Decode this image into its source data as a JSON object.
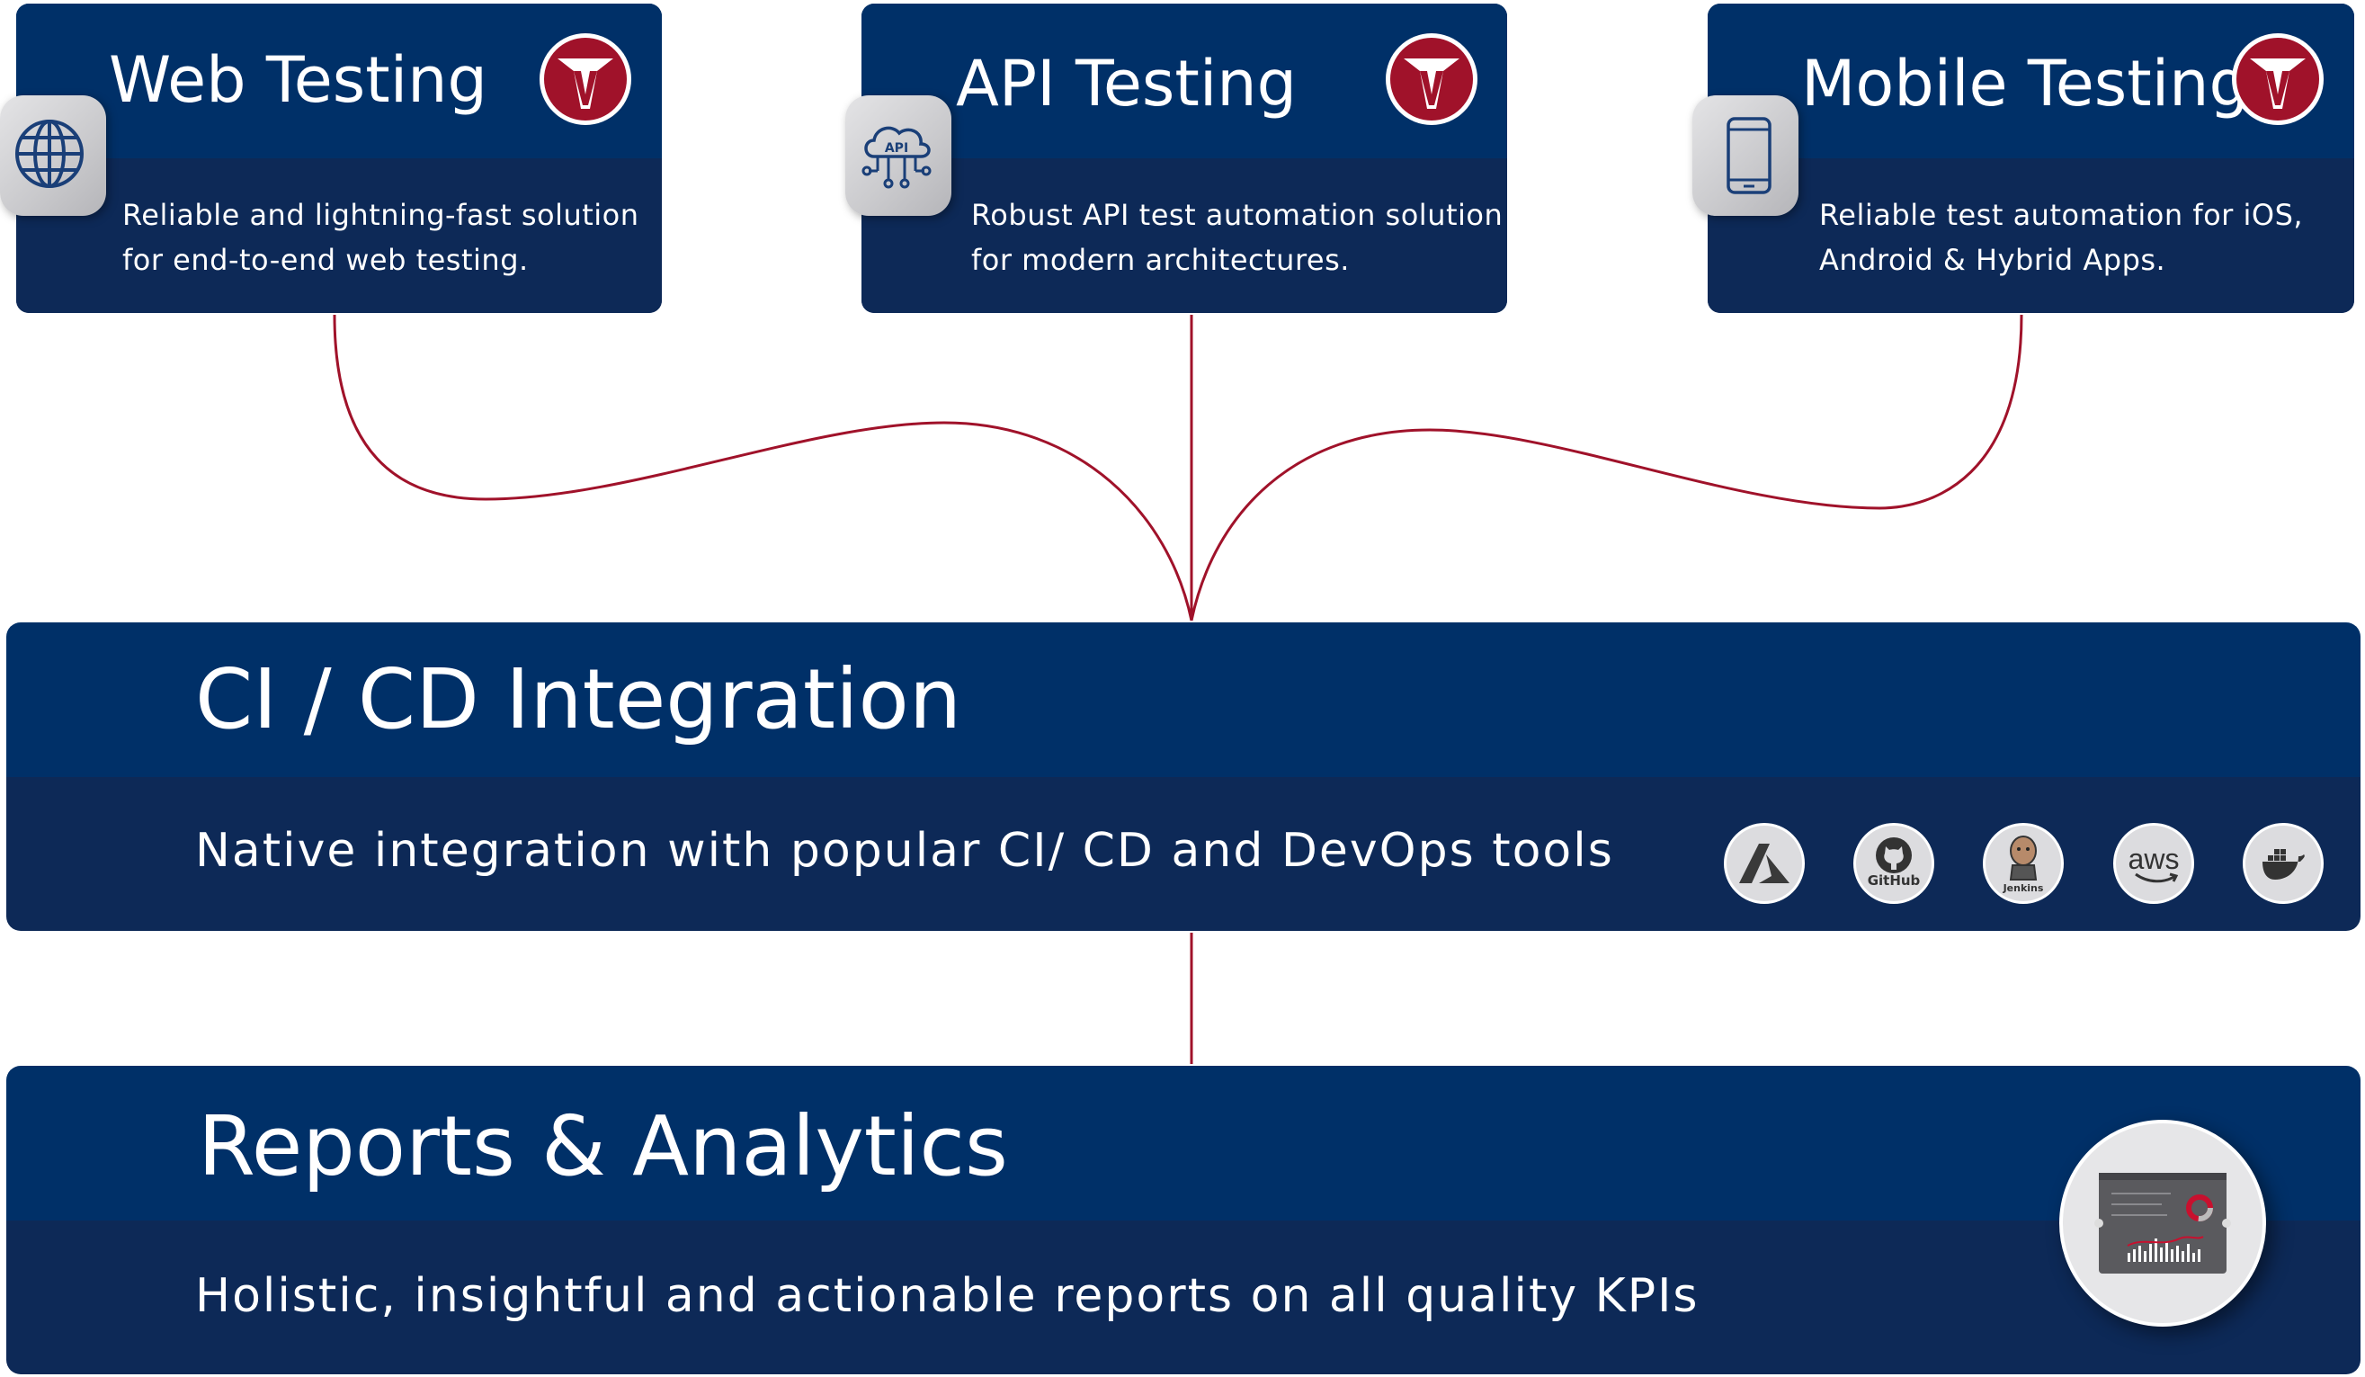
{
  "cards": [
    {
      "title": "Web Testing",
      "desc_line1": "Reliable and lightning-fast solution",
      "desc_line2": "for end-to-end web testing.",
      "icon": "globe-icon"
    },
    {
      "title": "API Testing",
      "desc_line1": "Robust API test automation solution",
      "desc_line2": "for modern architectures.",
      "icon": "cloud-api-icon",
      "icon_text": "API"
    },
    {
      "title": "Mobile Testing",
      "desc_line1": "Reliable test automation for iOS,",
      "desc_line2": "Android & Hybrid Apps.",
      "icon": "smartphone-icon"
    }
  ],
  "ci": {
    "title": "CI / CD Integration",
    "desc": "Native integration with popular CI/ CD and DevOps tools",
    "tools": [
      {
        "name": "azure-icon"
      },
      {
        "name": "github-icon",
        "label": "GitHub"
      },
      {
        "name": "jenkins-icon",
        "label": "Jenkins"
      },
      {
        "name": "aws-icon",
        "label": "aws"
      },
      {
        "name": "docker-icon"
      }
    ]
  },
  "reports": {
    "title": "Reports & Analytics",
    "desc": "Holistic, insightful and actionable reports on all quality KPIs",
    "icon": "report-dashboard-icon"
  },
  "colors": {
    "navy": "#003068",
    "navy_dark": "#0d2957",
    "accent_red": "#a0122a",
    "connector": "#a0122a"
  }
}
